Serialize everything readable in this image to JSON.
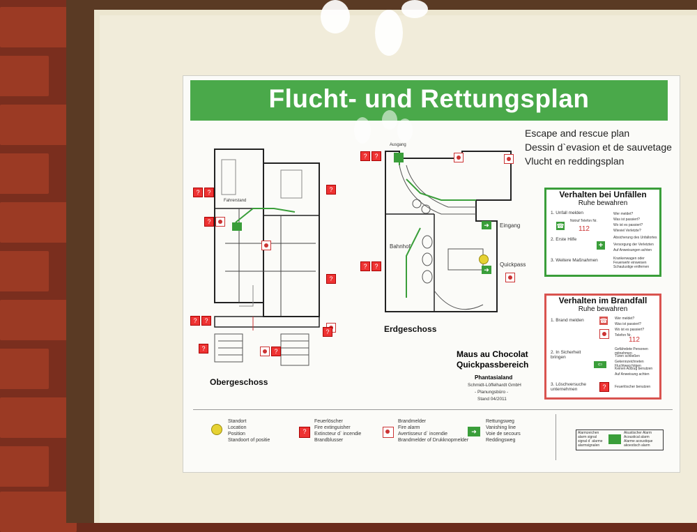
{
  "poster": {
    "title": "Flucht- und Rettungsplan",
    "subtitles": [
      "Escape and rescue plan",
      "Dessin d`evasion et de sauvetage",
      "Vlucht en reddingsplan"
    ],
    "floor_upper": "Obergeschoss",
    "floor_ground": "Erdgeschoss",
    "ground_labels": {
      "ausgang": "Ausgang",
      "eingang": "Eingang",
      "quickpass": "Quickpass",
      "bahnhof": "Bahnhof"
    },
    "upper_labels": {
      "fahrerstand": "Fahrerstand"
    },
    "venue_name": "Maus au Chocolat",
    "venue_sub": "Quickpassbereich",
    "company": "Phantasialand",
    "company_lines": [
      "Schmidt-Löffelhardt GmbH",
      "- Planungsbüro -",
      "Stand 04/2011"
    ]
  },
  "unfall_box": {
    "title": "Verhalten bei Unfällen",
    "subtitle": "Ruhe bewahren",
    "step1": "1. Unfall melden",
    "step2": "2. Erste Hilfe",
    "step3": "3. Weitere Maßnahmen",
    "phone": "112",
    "phone_caption": "Notruf Telefon Nr.",
    "questions": [
      "Wer meldet?",
      "Was ist passiert?",
      "Wo ist es passiert?",
      "Wieviel Verletzte?"
    ],
    "first_aid_notes": [
      "Absicherung des Unfallortes",
      "Versorgung der Verletzten",
      "Auf Anweisungen achten"
    ],
    "measures_notes": [
      "Krankenwagen oder Feuerwehr einweisen",
      "Schaulustige entfernen"
    ]
  },
  "brand_box": {
    "title": "Verhalten im Brandfall",
    "subtitle": "Ruhe bewahren",
    "step1": "1. Brand melden",
    "step2": "2. In Sicherheit bringen",
    "step3": "3. Löschversuche unternehmen",
    "phone": "112",
    "phone_caption": "Telefon Nr.",
    "questions": [
      "Wer meldet?",
      "Was ist passiert?",
      "Wo ist es passiert?"
    ],
    "safety_notes": [
      "Gefährdete Personen mitnehmen",
      "Türen schließen",
      "Gekennzeichneten Fluchtweg folgen",
      "Keinen Aufzug benutzen",
      "Auf Anweisung achten"
    ],
    "extinguish_note": "Feuerlöscher benutzen"
  },
  "legend": {
    "position": [
      "Standort",
      "Location",
      "Position",
      "Standoort of positie"
    ],
    "extinguisher": [
      "Feuerlöscher",
      "Fire extinguisher",
      "Extincteur d` incendie",
      "Brandblusser"
    ],
    "alarm": [
      "Brandmelder",
      "Fire alarm",
      "Avertisseur d` incendie",
      "Brandmelder of Drukknopmelder"
    ],
    "escape": [
      "Rettungsweg",
      "Vanishing line",
      "Voie de secours",
      "Reddingsweg"
    ],
    "alarm_box_left": [
      "Alarmzeichen",
      "alarm signal",
      "signal d` alarme",
      "alarmsignalen"
    ],
    "alarm_box_right": [
      "Akustischer Alarm",
      "Acoustical alarm",
      "Alarme acoustique",
      "akoestisch alarm"
    ]
  },
  "colors": {
    "title_green": "#4aa94a",
    "box_green": "#3a9e3a",
    "box_red": "#d9534f",
    "standort_yellow": "#e6d233"
  }
}
